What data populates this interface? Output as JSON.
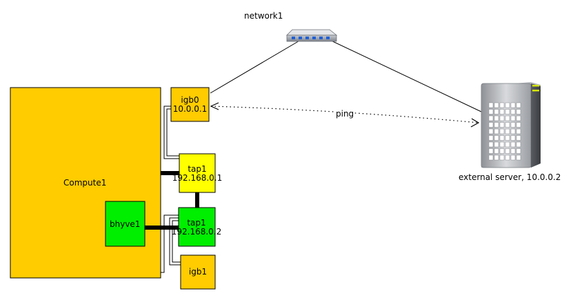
{
  "network": {
    "label": "network1"
  },
  "compute": {
    "label": "Compute1"
  },
  "bhyve": {
    "label": "bhyve1"
  },
  "igb0": {
    "name": "igb0",
    "ip": "10.0.0.1"
  },
  "tap_host": {
    "name": "tap1",
    "ip": "192.168.0.1"
  },
  "tap_vm": {
    "name": "tap1",
    "ip": "192.168.0.2"
  },
  "igb1": {
    "name": "igb1"
  },
  "server": {
    "label": "external server, 10.0.0.2"
  },
  "ping": {
    "label": "ping"
  },
  "colors": {
    "compute": "#ffcc00",
    "tap_host": "#ffff00",
    "vm": "#00ee00",
    "line": "#000000"
  }
}
